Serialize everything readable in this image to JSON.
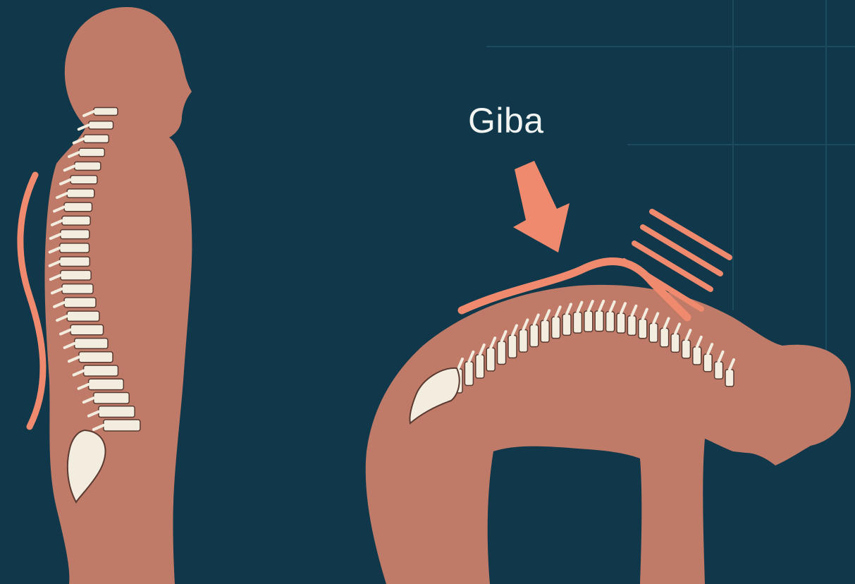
{
  "annotation": {
    "label": "Giba"
  },
  "colors": {
    "background": "#10384a",
    "grid": "#1c4a5e",
    "skin": "#c07a68",
    "accent": "#ef8a6e",
    "bone": "#f3ede0",
    "bone_outline": "#5a3a30"
  },
  "figures": [
    {
      "name": "standing-figure",
      "spine": "normal-curvature"
    },
    {
      "name": "bent-figure",
      "spine": "kyphosis-hump"
    }
  ]
}
